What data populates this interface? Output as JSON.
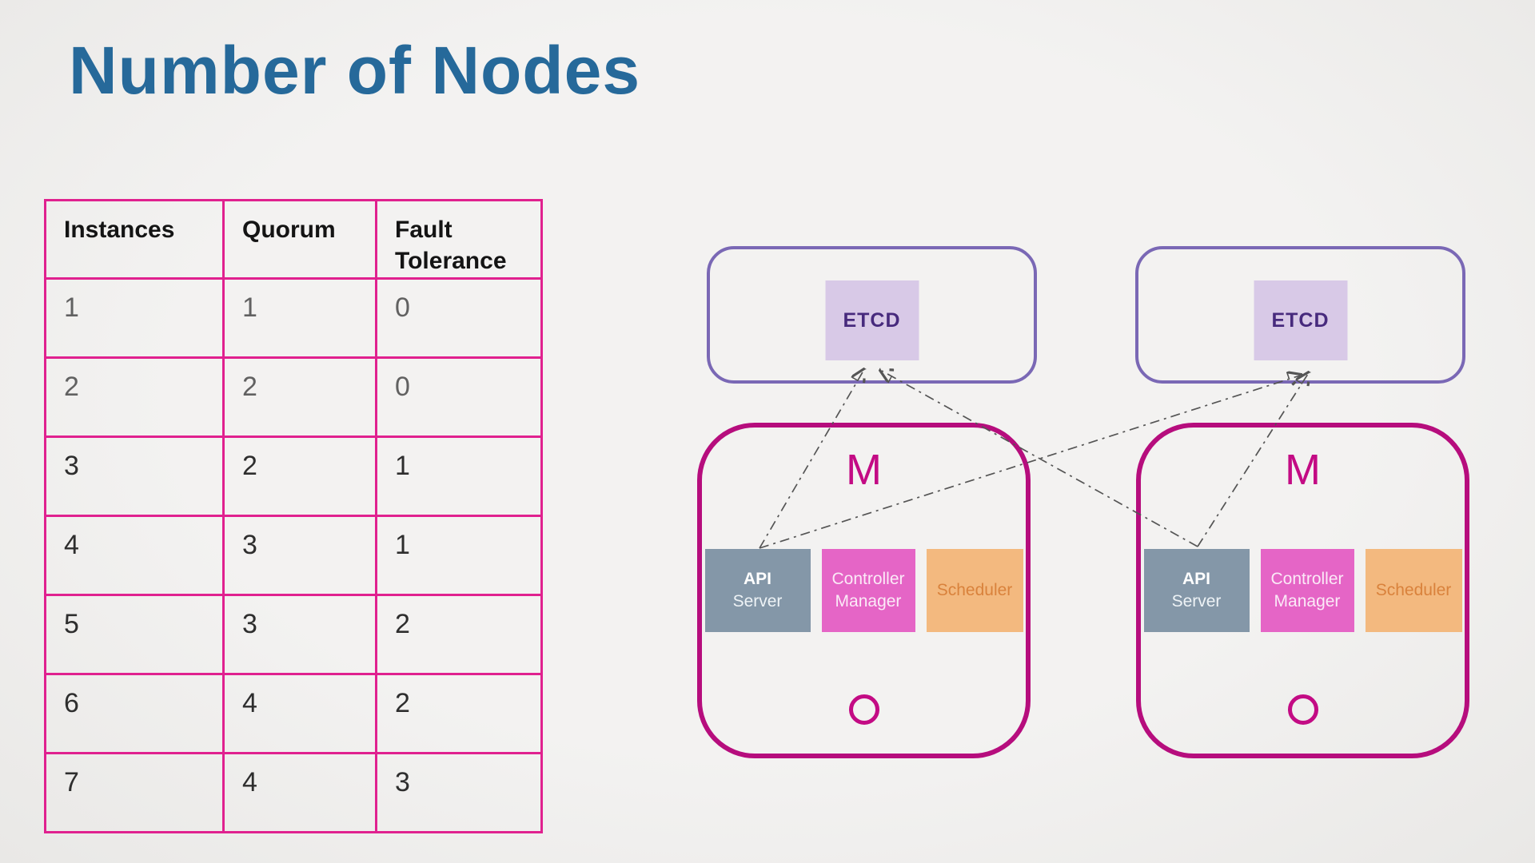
{
  "slide": {
    "title": "Number of Nodes"
  },
  "table": {
    "headers": [
      "Instances",
      "Quorum",
      "Fault Tolerance"
    ],
    "rows": [
      [
        "1",
        "1",
        "0"
      ],
      [
        "2",
        "2",
        "0"
      ],
      [
        "3",
        "2",
        "1"
      ],
      [
        "4",
        "3",
        "1"
      ],
      [
        "5",
        "3",
        "2"
      ],
      [
        "6",
        "4",
        "2"
      ],
      [
        "7",
        "4",
        "3"
      ]
    ]
  },
  "diagram": {
    "etcd_groups": [
      {
        "label": "ETCD"
      },
      {
        "label": "ETCD"
      }
    ],
    "master_nodes": [
      {
        "label": "M",
        "components": [
          {
            "line1": "API",
            "line2": "Server"
          },
          {
            "line1": "Controller",
            "line2": "Manager"
          },
          {
            "line1": "Scheduler",
            "line2": ""
          }
        ]
      },
      {
        "label": "M",
        "components": [
          {
            "line1": "API",
            "line2": "Server"
          },
          {
            "line1": "Controller",
            "line2": "Manager"
          },
          {
            "line1": "Scheduler",
            "line2": ""
          }
        ]
      }
    ],
    "arrows": [
      {
        "from": "left-api-server",
        "to": "left-etcd"
      },
      {
        "from": "left-api-server",
        "to": "right-etcd"
      },
      {
        "from": "right-api-server",
        "to": "left-etcd"
      },
      {
        "from": "right-api-server",
        "to": "right-etcd"
      }
    ]
  },
  "colors": {
    "title": "#26699a",
    "table_border": "#e0218f",
    "etcd_group_border": "#7a68b5",
    "etcd_fill": "#d8c9e7",
    "etcd_text": "#472a7d",
    "node_border": "#b60d7d",
    "node_label": "#c30b84",
    "api_server_fill": "#8497a8",
    "controller_manager_fill": "#e565c6",
    "scheduler_fill": "#f3b97f",
    "scheduler_text": "#d9823c",
    "arrow_line": "#555555",
    "arrowhead": "#3a3852",
    "background": "#f0efee"
  }
}
